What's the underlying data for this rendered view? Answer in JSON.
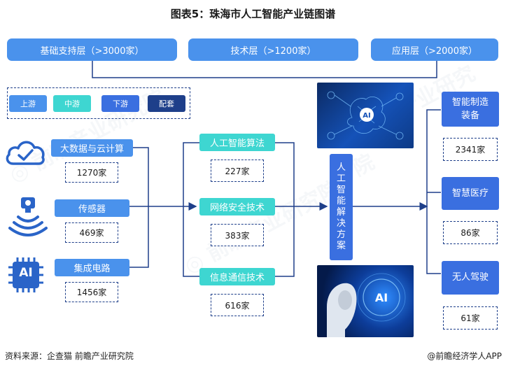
{
  "title": "图表5：珠海市人工智能产业链图谱",
  "layers": [
    "基础支持层（>3000家）",
    "技术层（>1200家）",
    "应用层（>2000家）"
  ],
  "legend": [
    "上游",
    "中游",
    "下游",
    "配套"
  ],
  "legend_colors": [
    "#4a92ec",
    "#3ed6d1",
    "#3a6fe0",
    "#1e3f8a"
  ],
  "upstream": [
    {
      "label": "大数据与云计算",
      "count": "1270家",
      "icon": "cloud-check-icon"
    },
    {
      "label": "传感器",
      "count": "469家",
      "icon": "sensor-icon"
    },
    {
      "label": "集成电路",
      "count": "1456家",
      "icon": "ai-chip-icon"
    }
  ],
  "midstream": [
    {
      "label": "人工智能算法",
      "count": "227家"
    },
    {
      "label": "网络安全技术",
      "count": "383家"
    },
    {
      "label": "信息通信技术",
      "count": "616家"
    }
  ],
  "solution": "人工智能解决方案",
  "photo_text": "AI",
  "downstream": [
    {
      "label1": "智能制造",
      "label2": "装备",
      "count": "2341家"
    },
    {
      "label1": "智慧医疗",
      "label2": "",
      "count": "86家"
    },
    {
      "label1": "无人驾驶",
      "label2": "",
      "count": "61家"
    }
  ],
  "footer_source": "资料来源：企查猫 前瞻产业研究院",
  "footer_brand": "@前瞻经济学人APP"
}
